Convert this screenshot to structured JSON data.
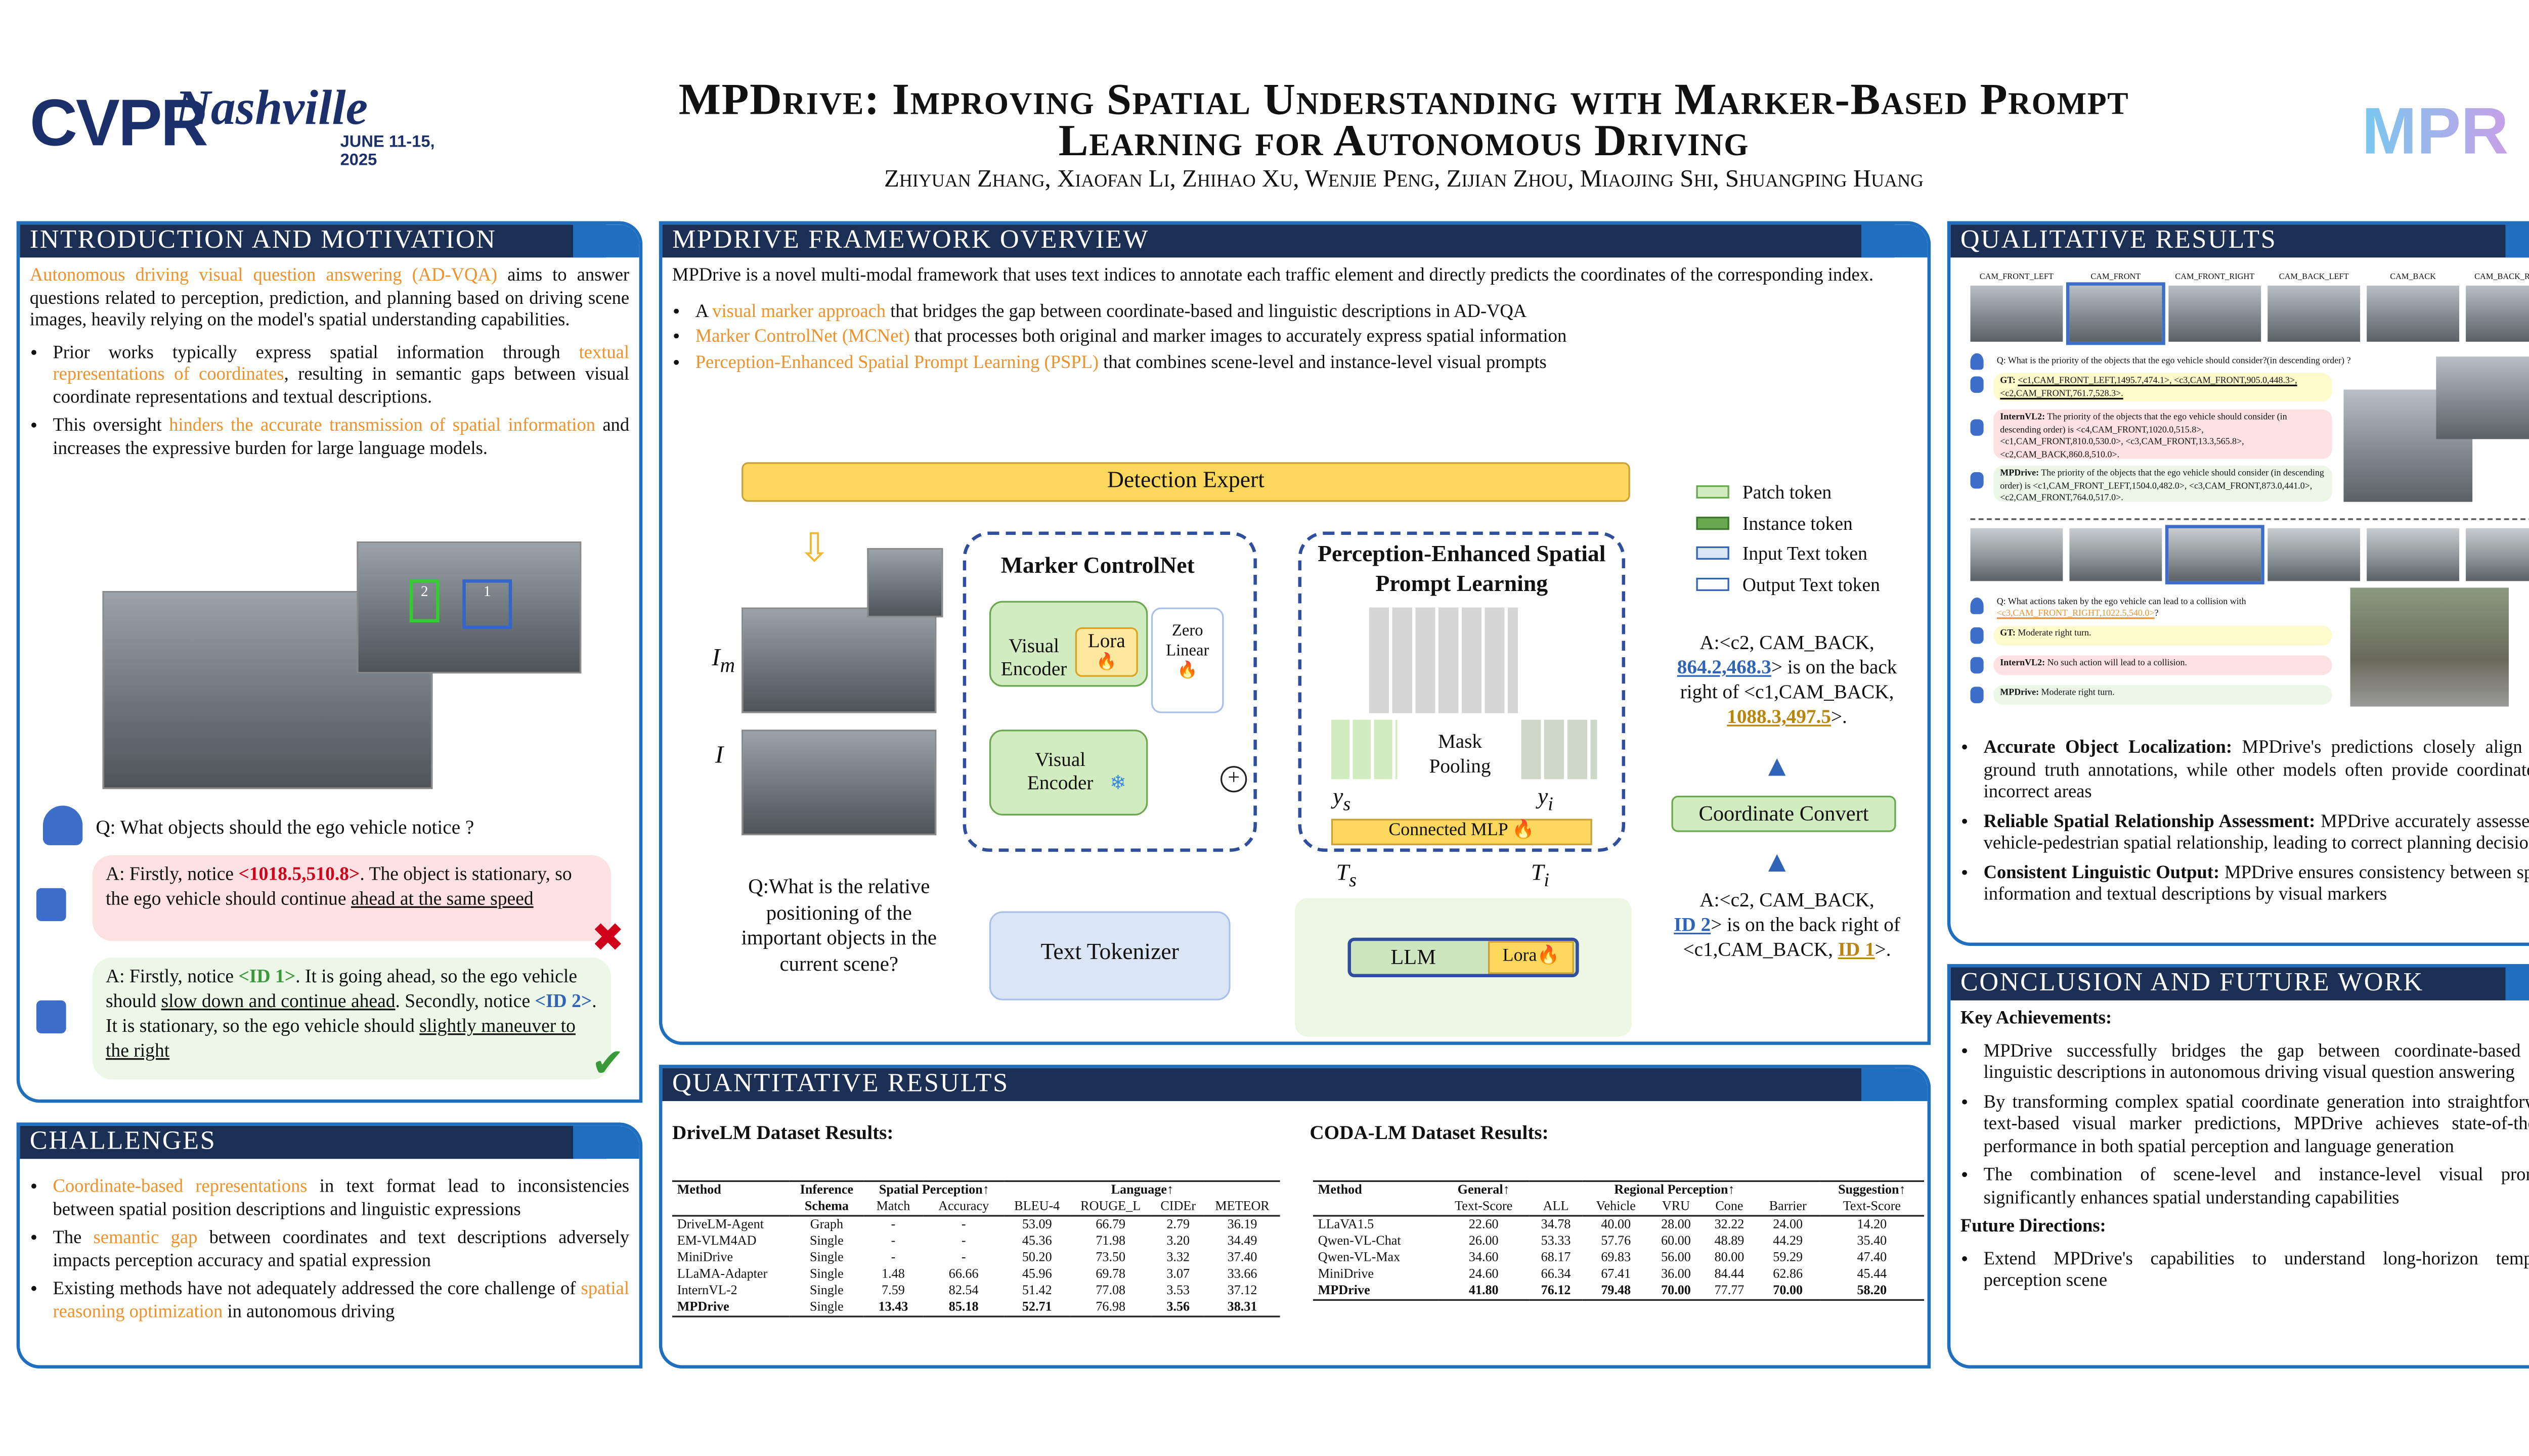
{
  "header": {
    "logo_left": {
      "text": "CVPR",
      "script": "Nashville",
      "dates": "JUNE 11-15, 2025"
    },
    "title_line1": "MPDrive: Improving Spatial Understanding with Marker-Based Prompt",
    "title_line2": "Learning for Autonomous Driving",
    "authors": "Zhiyuan Zhang, Xiaofan Li, Zhihao Xu, Wenjie Peng, Zijian Zhou, Miaojing Shi, Shuangping Huang",
    "logo_right": "MPR"
  },
  "intro": {
    "title": "Introduction and Motivation",
    "p1_hl": "Autonomous driving visual question answering (AD-VQA)",
    "p1_rest": " aims to answer questions related to perception, prediction, and planning based on driving scene images, heavily relying on the model's spatial understanding capabilities.",
    "b1_a": "Prior works typically express spatial information through ",
    "b1_hl": "textual representations of coordinates",
    "b1_b": ", resulting in semantic gaps between visual coordinate representations and textual descriptions.",
    "b2_a": "This oversight ",
    "b2_hl": "hinders the accurate transmission of spatial information",
    "b2_b": " and increases the expressive burden for large language models.",
    "markers": [
      "2",
      "1"
    ],
    "question": "Q: What objects should the ego vehicle notice ?",
    "ans1_a": "A: Firstly,  notice ",
    "ans1_coord": "<1018.5,510.8>",
    "ans1_b": ". The object is stationary, so the ego vehicle should continue ",
    "ans1_u": "ahead at the same speed",
    "ans2_a": "A: Firstly, notice ",
    "ans2_id1": "<ID 1>",
    "ans2_b": ". It is going ahead, so the ego vehicle should ",
    "ans2_u1": "slow down and continue ahead",
    "ans2_c": ". Secondly, notice ",
    "ans2_id2": "<ID 2>",
    "ans2_d": ". It is stationary, so the ego vehicle should ",
    "ans2_u2": "slightly maneuver to the right",
    "wrong_icon": "cross-icon",
    "right_icon": "check-icon"
  },
  "challenges": {
    "title": "Challenges",
    "items": [
      {
        "hl": "Coordinate-based representations",
        "rest": " in text format lead to inconsistencies between spatial position descriptions and linguistic expressions"
      },
      {
        "pre": "The ",
        "hl": "semantic gap",
        "rest": " between coordinates and text descriptions adversely impacts perception accuracy and spatial expression"
      },
      {
        "pre": "Existing methods have not adequately addressed the core challenge of ",
        "hl": "spatial reasoning optimization",
        "rest": " in autonomous driving"
      }
    ]
  },
  "framework": {
    "title": "MPDrive Framework Overview",
    "intro": "MPDrive is a novel multi-modal framework that uses text indices to annotate each traffic element and directly predicts the coordinates of the corresponding index.",
    "bullets": [
      {
        "pre": "A ",
        "hl": "visual marker approach",
        "rest": " that bridges the gap between coordinate-based and linguistic descriptions in AD-VQA"
      },
      {
        "hl": "Marker ControlNet (MCNet)",
        "rest": " that processes both original and marker images to accurately express spatial information"
      },
      {
        "hl": "Perception-Enhanced Spatial Prompt Learning (PSPL)",
        "rest": " that combines scene-level and instance-level visual prompts"
      }
    ],
    "diagram": {
      "detection_expert": "Detection Expert",
      "marker_controlnet": "Marker ControlNet",
      "visual_encoder": "Visual Encoder",
      "lora": "Lora",
      "zero_linear": "Zero Linear",
      "pspl": "Perception-Enhanced Spatial Prompt Learning",
      "mask_pooling": "Mask Pooling",
      "connected_mlp": "Connected MLP",
      "im": "I",
      "im_sub": "m",
      "i": "I",
      "ys": "y",
      "ys_sub": "s",
      "yi": "y",
      "yi_sub": "i",
      "ts": "T",
      "ts_sub": "s",
      "ti": "T",
      "ti_sub": "i",
      "question": "Q:What is the relative positioning of the important objects in the current scene?",
      "text_tokenizer": "Text Tokenizer",
      "llm": "LLM",
      "coordinate_convert": "Coordinate Convert",
      "legend": [
        "Patch token",
        "Instance token",
        "Input Text token",
        "Output Text token"
      ],
      "out_coord_a": "A:<c2, CAM_BACK,",
      "out_coord_v": "864.2,468.3",
      "out_coord_b": "> is on the back right of <c1,CAM_BACK,",
      "out_coord_v2": "1088.3,497.5",
      "out_coord_c": ">.",
      "out_id_a": "A:<c2, CAM_BACK,",
      "out_id_v": "ID 2",
      "out_id_b": "> is on the back right of <c1,CAM_BACK,",
      "out_id_v2": "ID 1",
      "out_id_c": ">.",
      "fire_icon": "fire-icon",
      "snowflake_icon": "snowflake-icon"
    }
  },
  "quantitative": {
    "title": "Quantitative Results",
    "drivelm": {
      "caption": "DriveLM Dataset Results:",
      "h1": [
        "Method",
        "Inference",
        "Spatial Perception↑",
        "Language↑"
      ],
      "h2": [
        "",
        "Schema",
        "Match",
        "Accuracy",
        "BLEU-4",
        "ROUGE_L",
        "CIDEr",
        "METEOR"
      ],
      "rows": [
        [
          "DriveLM-Agent",
          "Graph",
          "-",
          "-",
          "53.09",
          "66.79",
          "2.79",
          "36.19"
        ],
        [
          "EM-VLM4AD",
          "Single",
          "-",
          "-",
          "45.36",
          "71.98",
          "3.20",
          "34.49"
        ],
        [
          "MiniDrive",
          "Single",
          "-",
          "-",
          "50.20",
          "73.50",
          "3.32",
          "37.40"
        ],
        [
          "LLaMA-Adapter",
          "Single",
          "1.48",
          "66.66",
          "45.96",
          "69.78",
          "3.07",
          "33.66"
        ],
        [
          "InternVL-2",
          "Single",
          "7.59",
          "82.54",
          "51.42",
          "77.08",
          "3.53",
          "37.12"
        ],
        [
          "MPDrive",
          "Single",
          "13.43",
          "85.18",
          "52.71",
          "76.98",
          "3.56",
          "38.31"
        ]
      ]
    },
    "codalm": {
      "caption": "CODA-LM Dataset Results:",
      "h1": [
        "Method",
        "General↑",
        "Regional Perception↑",
        "Suggestion↑"
      ],
      "h2": [
        "",
        "Text-Score",
        "ALL",
        "Vehicle",
        "VRU",
        "Cone",
        "Barrier",
        "Text-Score"
      ],
      "rows": [
        [
          "LLaVA1.5",
          "22.60",
          "34.78",
          "40.00",
          "28.00",
          "32.22",
          "24.00",
          "14.20"
        ],
        [
          "Qwen-VL-Chat",
          "26.00",
          "53.33",
          "57.76",
          "60.00",
          "48.89",
          "44.29",
          "35.40"
        ],
        [
          "Qwen-VL-Max",
          "34.60",
          "68.17",
          "69.83",
          "56.00",
          "80.00",
          "59.29",
          "47.40"
        ],
        [
          "MiniDrive",
          "24.60",
          "66.34",
          "67.41",
          "36.00",
          "84.44",
          "62.86",
          "45.44"
        ],
        [
          "MPDrive",
          "41.80",
          "76.12",
          "79.48",
          "70.00",
          "77.77",
          "70.00",
          "58.20"
        ]
      ]
    }
  },
  "qualitative": {
    "title": "Qualitative Results",
    "cams": [
      "CAM_FRONT_LEFT",
      "CAM_FRONT",
      "CAM_FRONT_RIGHT",
      "CAM_BACK_LEFT",
      "CAM_BACK",
      "CAM_BACK_RIGHT"
    ],
    "q1": "Q: What is the priority of the objects that the ego vehicle should consider?(in descending order) ?",
    "gt1_label": "GT:",
    "gt1": "<c1,CAM_FRONT_LEFT,1495.7,474.1>, <c3,CAM_FRONT,905.0,448.3>, <c2,CAM_FRONT,761.7,528.3>.",
    "int1_label": "InternVL2:",
    "int1": "The priority of the objects that the ego vehicle should consider (in descending order) is <c4,CAM_FRONT,1020.0,515.8>, <c1,CAM_FRONT,810.0,530.0>, <c3,CAM_FRONT,13.3,565.8>, <c2,CAM_BACK,860.8,510.0>.",
    "mp1_label": "MPDrive:",
    "mp1": "The priority of the objects that the ego vehicle should consider (in descending order) is <c1,CAM_FRONT_LEFT,1504.0,482.0>, <c3,CAM_FRONT,873.0,441.0>, <c2,CAM_FRONT,764.0,517.0>.",
    "q2": "Q: What actions taken by the ego vehicle can lead to a collision with ",
    "q2_hl": "<c3,CAM_FRONT_RIGHT,1022.5,540.0>",
    "q2_end": "?",
    "gt2_label": "GT:",
    "gt2": "Moderate right turn.",
    "int2_label": "InternVL2:",
    "int2": "No such action will lead to a collision.",
    "mp2_label": "MPDrive:",
    "mp2": "Moderate right turn.",
    "bullets": [
      {
        "b": "Accurate Object Localization:",
        "t": " MPDrive's predictions closely align with ground truth annotations, while other models often provide coordinates in incorrect areas"
      },
      {
        "b": "Reliable Spatial Relationship Assessment:",
        "t": " MPDrive accurately assesses the vehicle-pedestrian spatial relationship, leading to correct planning decisions"
      },
      {
        "b": "Consistent Linguistic Output:",
        "t": " MPDrive ensures consistency between spatial information and textual descriptions by visual markers"
      }
    ]
  },
  "conclusion": {
    "title": "Conclusion and Future Work",
    "key_heading": "Key Achievements:",
    "key": [
      "MPDrive successfully bridges the gap between coordinate-based and linguistic descriptions in autonomous driving visual question answering",
      "By transforming complex spatial coordinate generation into straightforward text-based visual marker predictions, MPDrive achieves state-of-the-art performance in both spatial perception and language generation",
      "The combination of scene-level and instance-level visual prompts significantly enhances spatial understanding capabilities"
    ],
    "future_heading": "Future Directions:",
    "future": [
      "Extend MPDrive's capabilities to understand long-horizon temporal perception scene"
    ]
  },
  "colors": {
    "accent": "#f0922b",
    "panel_border": "#1e6fc0",
    "header_bg": "#1b2f55",
    "title_blue": "#1b3a7a"
  }
}
